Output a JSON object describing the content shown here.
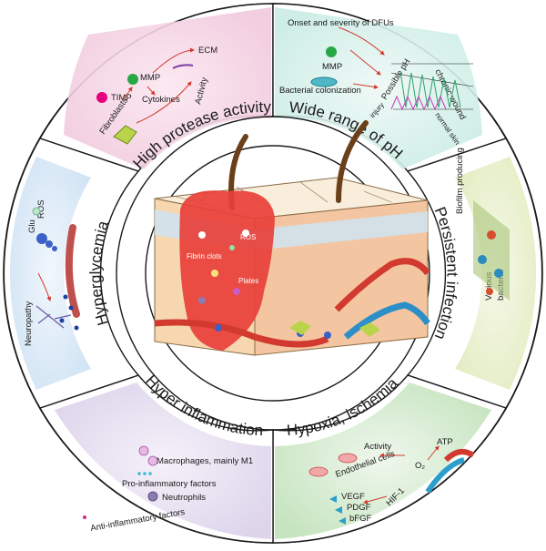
{
  "segments": {
    "protease": {
      "title": "High protease activity",
      "timp": "TIMP",
      "mmp": "MMP",
      "ecm": "ECM",
      "cytokines": "Cytokines",
      "activity": "Activity",
      "fibroblasts": "Fibroblasts"
    },
    "ph": {
      "title": "Wide range of pH",
      "onset": "Onset and severity of DFUs",
      "mmp": "MMP",
      "bacterial": "Bacterial colonization",
      "possible_ph": "Possible pH",
      "injury": "injury",
      "chronic": "chronic wound",
      "normal": "normal skin"
    },
    "infection": {
      "title": "Persistent infection",
      "biofilm": "Biofilm producing",
      "various": "Various",
      "bacteria": "bacteria"
    },
    "hypoxia": {
      "title": "Hypoxia, ischemia",
      "activity": "Activity",
      "atp": "ATP",
      "o2": "O₂",
      "endothelial": "Endothelial cells",
      "hif": "HIF-1",
      "vegf": "VEGF",
      "pdgf": "PDGF",
      "bfgf": "bFGF"
    },
    "inflammation": {
      "title": "Hyper inflammation",
      "macrophages": "Macrophages, mainly M1",
      "pro": "Pro-inflammatory factors",
      "neutrophils": "Neutrophils",
      "anti": "Anti-inflammatory factors"
    },
    "hyperglycemia": {
      "title": "Hyperglycemia",
      "ros": "ROS",
      "glu": "Glu",
      "neuropathy": "Neuropathy"
    }
  },
  "center": {
    "ros": "ROS",
    "fibrin": "Fibrin clots",
    "plates": "Plates"
  },
  "colors": {
    "ring_line": "#1a1a1a",
    "wound": "#e8403a",
    "tissue": "#f6d7b0",
    "dermis": "#f3c6a1",
    "epidermis": "#fbf3e4",
    "blue_layer": "#cfe3f2",
    "protease_bg": "#f4d9e6",
    "ph_bg": "#d9f1ec",
    "infection_bg": "#eef3d8",
    "hypoxia_bg": "#d9ecd5",
    "inflammation_bg": "#e7e1f0",
    "hyperglycemia_bg": "#dbe9f6"
  }
}
